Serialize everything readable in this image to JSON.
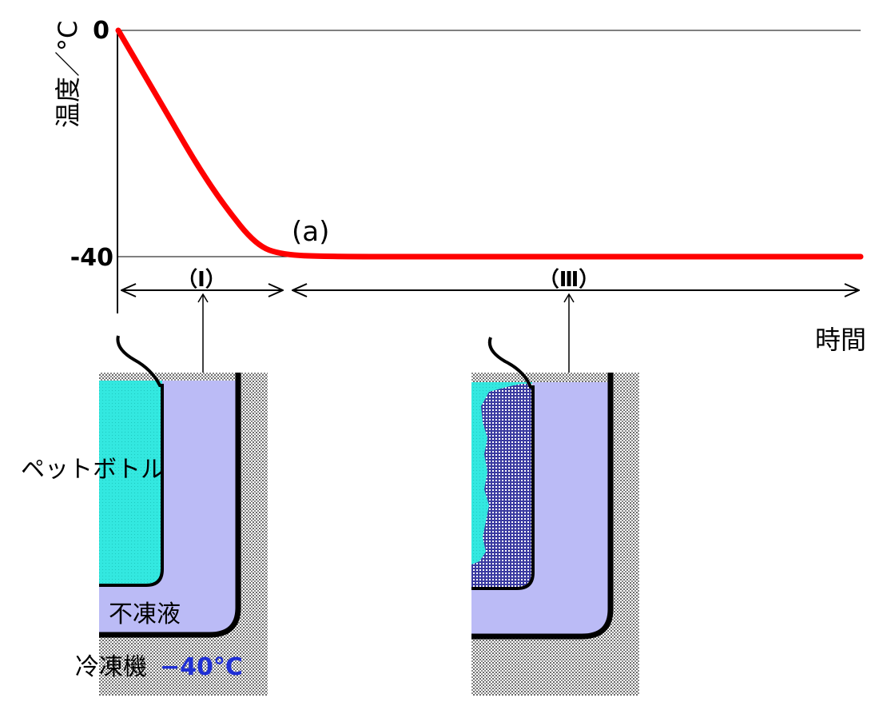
{
  "chart_data": {
    "type": "line",
    "ylabel": "温度／°C",
    "xlabel": "時間",
    "y_ticks": [
      "0",
      "-40"
    ],
    "ylim": [
      -50,
      0
    ],
    "series": [
      {
        "name": "temperature",
        "color": "#ff0000",
        "points": [
          [
            0,
            0
          ],
          [
            0.5,
            -8
          ],
          [
            1.0,
            -16
          ],
          [
            1.5,
            -24
          ],
          [
            2.0,
            -31
          ],
          [
            2.6,
            -38
          ],
          [
            3.1,
            -39.7
          ],
          [
            4.0,
            -40
          ],
          [
            6.0,
            -40
          ],
          [
            10.0,
            -40
          ],
          [
            14.0,
            -40
          ]
        ]
      }
    ],
    "xlim": [
      0,
      14
    ],
    "annotations": [
      {
        "label": "(a)"
      }
    ]
  },
  "phases": [
    {
      "label": "（Ⅰ）"
    },
    {
      "label": "（Ⅲ）"
    }
  ],
  "diagram": {
    "bottle_label": "ペットボトル",
    "antifreeze_label": "不凍液",
    "freezer_label": "冷凍機",
    "freezer_temp": "−40°C"
  },
  "colors": {
    "curve": "#ff0000",
    "water": "#33e8e0",
    "antifreeze": "#bbbbf6",
    "ice": "#222288",
    "freezer_temp": "#1f2fd6"
  }
}
